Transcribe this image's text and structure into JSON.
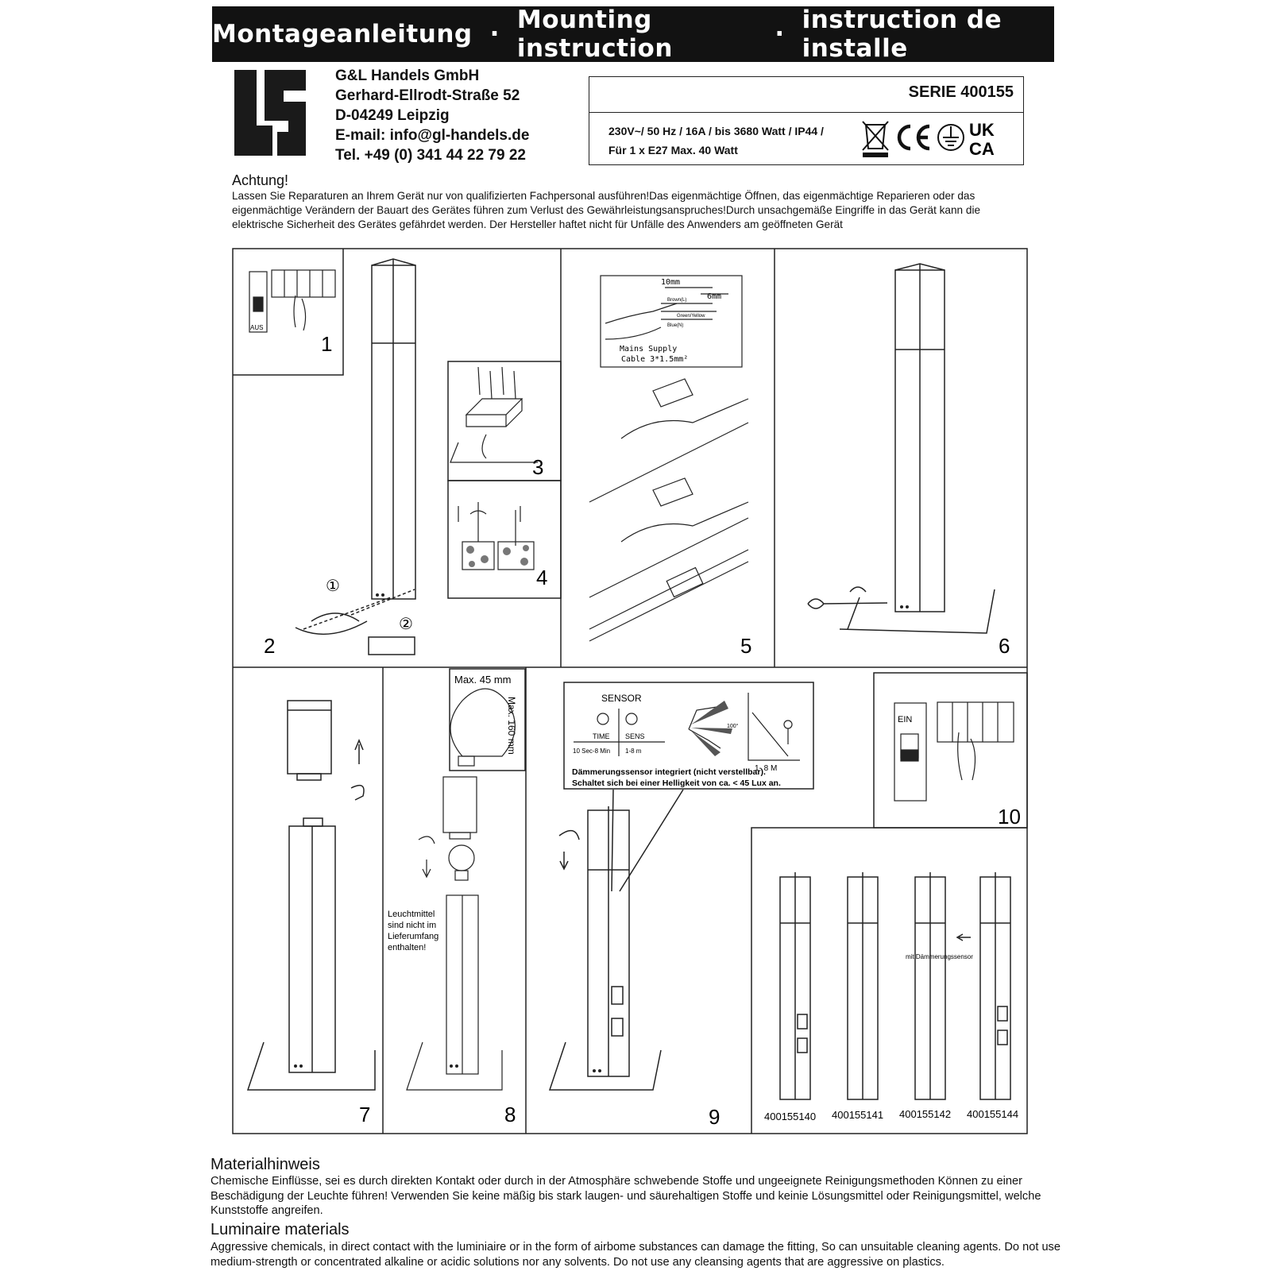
{
  "header": {
    "title_de": "Montageanleitung",
    "title_en": "Mounting instruction",
    "title_fr": "instruction de installe",
    "separator": "·"
  },
  "company": {
    "name": "G&L Handels GmbH",
    "street": "Gerhard-Ellrodt-Straße 52",
    "city": "D-04249 Leipzig",
    "email": "E-mail: info@gl-handels.de",
    "phone": "Tel. +49 (0) 341 44 22 79 22"
  },
  "spec": {
    "serie": "SERIE 400155",
    "rating_line1": "230V~/ 50 Hz / 16A / bis 3680 Watt / IP44 /",
    "rating_line2": "Für 1 x E27 Max. 40 Watt",
    "marks": [
      "weee-bin-icon",
      "ce-mark",
      "earth-icon",
      "ukca-mark"
    ],
    "ukca_top": "UK",
    "ukca_bottom": "CA"
  },
  "warning": {
    "title": "Achtung!",
    "text": "Lassen Sie Reparaturen an Ihrem Gerät nur von qualifizierten Fachpersonal ausführen!Das eigenmächtige Öffnen, das eigenmächtige Reparieren oder das eigenmächtige Verändern der Bauart des Gerätes führen zum Verlust des Gewährleistungsanspruches!Durch unsachgemäße Eingriffe in das Gerät kann die elektrische Sicherheit des Gerätes gefährdet werden. Der Hersteller haftet nicht für Unfälle des Anwenders am geöffneten Gerät"
  },
  "steps": {
    "s1": "1",
    "s2": "2",
    "s3": "3",
    "s4": "4",
    "s5": "5",
    "s6": "6",
    "s7": "7",
    "s8": "8",
    "s9": "9",
    "s10": "10"
  },
  "labels": {
    "aus": "AUS",
    "ein": "EIN",
    "circle1": "①",
    "circle2": "②",
    "mm10": "10mm",
    "mm6": "6mm",
    "brown": "Brown(L)",
    "greenyellow": "Green/Yellow",
    "blue": "Blue(N)",
    "mains1": "Mains Supply",
    "mains2": "Cable 3*1.5mm²",
    "max45": "Max. 45 mm",
    "max160": "Max. 160 mm",
    "leucht1": "Leuchtmittel",
    "leucht2": "sind nicht im",
    "leucht3": "Lieferumfang",
    "leucht4": "enthalten!",
    "sensor": "SENSOR",
    "time": "TIME",
    "sens": "SENS",
    "time_range": "10 Sec-8 Min",
    "sens_range": "1-8 m",
    "angle": "100°",
    "dist": "1- 8 M",
    "daemmer1": "Dämmerungssensor integriert (nicht verstellbar).",
    "daemmer2": "Schaltet sich bei einer Helligkeit von ca. < 45 Lux an.",
    "mit_sensor": "mit Dämmerungssensor"
  },
  "models": [
    "400155140",
    "400155141",
    "400155142",
    "400155144"
  ],
  "materials": {
    "title_de": "Materialhinweis",
    "text_de": "Chemische Einflüsse, sei es durch direkten Kontakt oder durch in der Atmosphäre schwebende Stoffe und ungeeignete Reinigungsmethoden Können zu einer Beschädigung der Leuchte führen! Verwenden Sie keine mäßig bis stark laugen- und säurehaltigen Stoffe und keinie Lösungsmittel oder Reinigungsmittel, welche Kunststoffe angreifen.",
    "title_en": "Luminaire materials",
    "text_en": "Aggressive chemicals, in direct contact with the luminiaire or in the form of airbome substances can damage the fitting, So can unsuitable cleaning agents. Do not use medium-strength or concentrated alkaline or acidic solutions nor any solvents. Do not use any cleansing agents that are aggressive on plastics."
  }
}
